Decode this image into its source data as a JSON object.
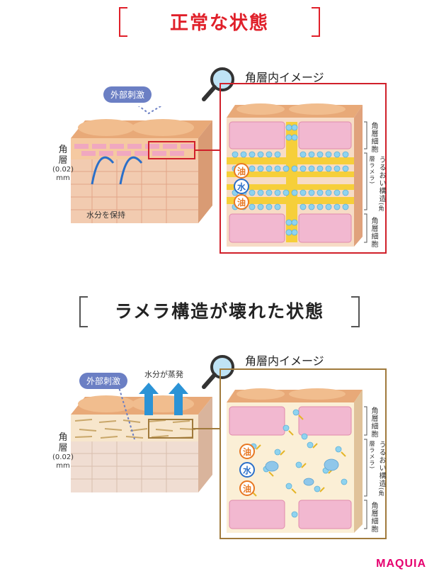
{
  "section1": {
    "title": "正常な状態",
    "title_color": "#e0202a",
    "image_label": "角層内イメージ",
    "stimulus_label": "外部刺激",
    "moisture_label": "水分を保持",
    "layer_label_line1": "角",
    "layer_label_line2": "層",
    "layer_thickness": "(0.02)",
    "layer_unit": "mm",
    "cell_label_top": "角層細胞",
    "lamellar_label": "うるおい構造",
    "lamellar_sub": "(角層ラメラ)",
    "cell_label_bottom": "角層細胞",
    "oil_top": "油",
    "water": "水",
    "oil_bottom": "油",
    "frame_color": "#d0202a"
  },
  "section2": {
    "title": "ラメラ構造が壊れた状態",
    "title_color": "#222222",
    "image_label": "角層内イメージ",
    "stimulus_label": "外部刺激",
    "evaporation_label": "水分が蒸発",
    "layer_label_line1": "角",
    "layer_label_line2": "層",
    "layer_thickness": "(0.02)",
    "layer_unit": "mm",
    "cell_label_top": "角層細胞",
    "lamellar_label": "うるおい構造",
    "lamellar_sub": "(角層ラメラ)",
    "cell_label_bottom": "角層細胞",
    "oil_top": "油",
    "water": "水",
    "oil_bottom": "油",
    "frame_color": "#a07a3c"
  },
  "colors": {
    "oil": "#e87722",
    "water": "#2a6fc9",
    "stimulus": "#6b7fc4",
    "evaporation_arrow": "#2b93d6"
  },
  "brand": "MAQUIA"
}
